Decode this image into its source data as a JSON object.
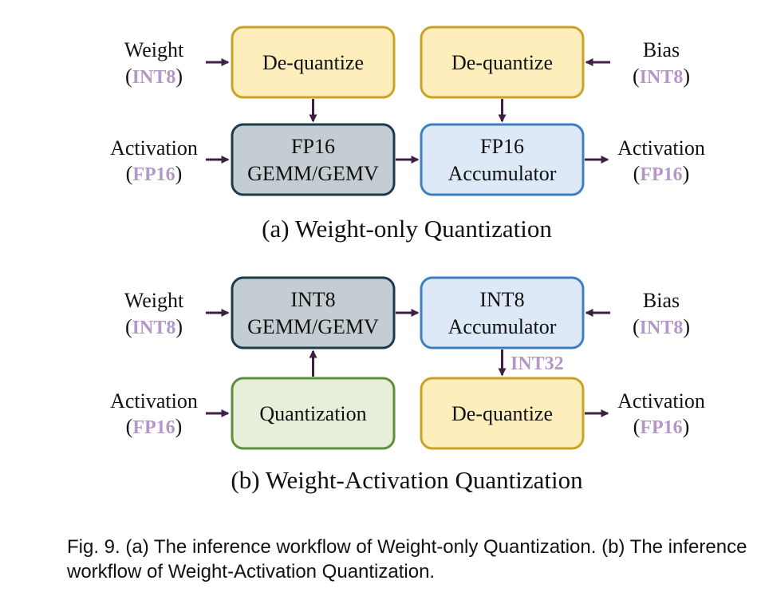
{
  "panel_a": {
    "caption": "(a) Weight-only Quantization",
    "input_weight": {
      "label": "Weight",
      "dtype": "INT8"
    },
    "input_bias": {
      "label": "Bias",
      "dtype": "INT8"
    },
    "input_activation": {
      "label": "Activation",
      "dtype": "FP16"
    },
    "output_activation": {
      "label": "Activation",
      "dtype": "FP16"
    },
    "box_dequant_weight": {
      "lines": [
        "De-quantize"
      ]
    },
    "box_dequant_bias": {
      "lines": [
        "De-quantize"
      ]
    },
    "box_gemm": {
      "lines": [
        "FP16",
        "GEMM/GEMV"
      ]
    },
    "box_accum": {
      "lines": [
        "FP16",
        "Accumulator"
      ]
    }
  },
  "panel_b": {
    "caption": "(b) Weight-Activation Quantization",
    "input_weight": {
      "label": "Weight",
      "dtype": "INT8"
    },
    "input_bias": {
      "label": "Bias",
      "dtype": "INT8"
    },
    "input_activation": {
      "label": "Activation",
      "dtype": "FP16"
    },
    "output_activation": {
      "label": "Activation",
      "dtype": "FP16"
    },
    "box_gemm": {
      "lines": [
        "INT8",
        "GEMM/GEMV"
      ]
    },
    "box_accum": {
      "lines": [
        "INT8",
        "Accumulator"
      ]
    },
    "box_quant": {
      "lines": [
        "Quantization"
      ]
    },
    "box_dequant": {
      "lines": [
        "De-quantize"
      ]
    },
    "edge_label": "INT32"
  },
  "figure_caption": "Fig. 9. (a) The inference workflow of Weight-only Quantization. (b) The inference workflow of Weight-Activation Quantization.",
  "colors": {
    "yellow_fill": "#fdeebb",
    "yellow_stroke": "#c9a227",
    "gray_fill": "#c4cdd1",
    "gray_stroke": "#1d3b4d",
    "blue_fill": "#dde9f6",
    "blue_stroke": "#3f7fc1",
    "green_fill": "#e5efd9",
    "green_stroke": "#5e8f3a",
    "arrow": "#3f2045",
    "dtype_text": "#b497c7"
  }
}
